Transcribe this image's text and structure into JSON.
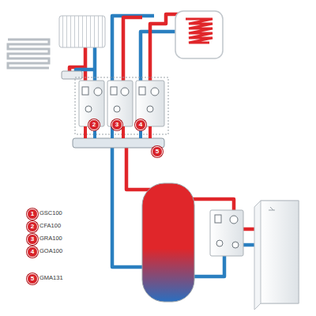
{
  "diagram": {
    "labels": [
      "1",
      "2",
      "3",
      "4",
      "5",
      "2",
      "3",
      "4",
      "5"
    ],
    "legend": [
      {
        "text": "GSC100",
        "color": "#d8232a"
      },
      {
        "text": "CFA100",
        "color": "#d8232a"
      },
      {
        "text": "GRA100",
        "color": "#d8232a"
      },
      {
        "text": "GOA100",
        "color": "#d8232a"
      },
      {
        "text": "GMA131",
        "color": "#d8232a"
      }
    ]
  }
}
